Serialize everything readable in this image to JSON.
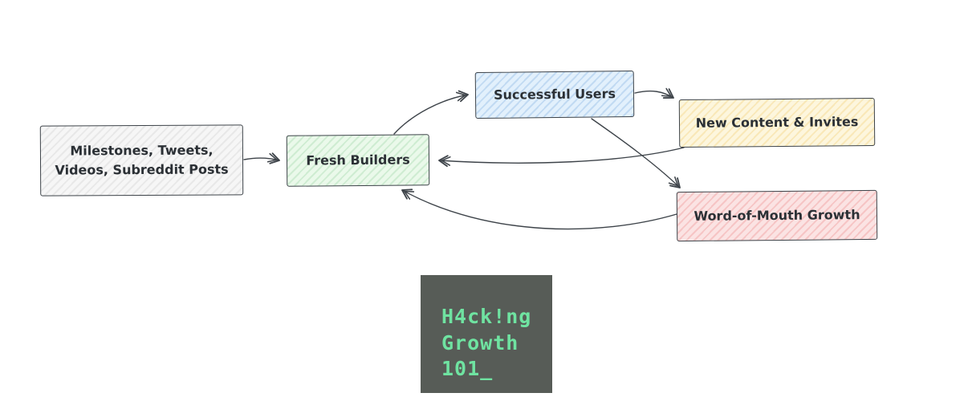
{
  "diagram": {
    "stroke_color": "#3d4349",
    "text_color": "#2b3035",
    "nodes": [
      {
        "id": "milestones",
        "label": "Milestones, Tweets,\nVideos, Subreddit Posts",
        "fill": "#f6f6f6"
      },
      {
        "id": "fresh-builders",
        "label": "Fresh Builders",
        "fill": "#eaf9ea"
      },
      {
        "id": "successful-users",
        "label": "Successful Users",
        "fill": "#e2f0fc"
      },
      {
        "id": "new-content-invites",
        "label": "New Content & Invites",
        "fill": "#fdf6dd"
      },
      {
        "id": "word-of-mouth-growth",
        "label": "Word-of-Mouth Growth",
        "fill": "#fbe3e3"
      }
    ],
    "edges": [
      {
        "from": "milestones",
        "to": "fresh-builders"
      },
      {
        "from": "fresh-builders",
        "to": "successful-users"
      },
      {
        "from": "successful-users",
        "to": "new-content-invites"
      },
      {
        "from": "successful-users",
        "to": "word-of-mouth-growth"
      },
      {
        "from": "new-content-invites",
        "to": "fresh-builders"
      },
      {
        "from": "word-of-mouth-growth",
        "to": "fresh-builders"
      }
    ]
  },
  "logo": {
    "lines": [
      "H4ck!ng",
      "Growth",
      "101_"
    ],
    "background": "#575c57",
    "text_color": "#6fe3a1"
  }
}
